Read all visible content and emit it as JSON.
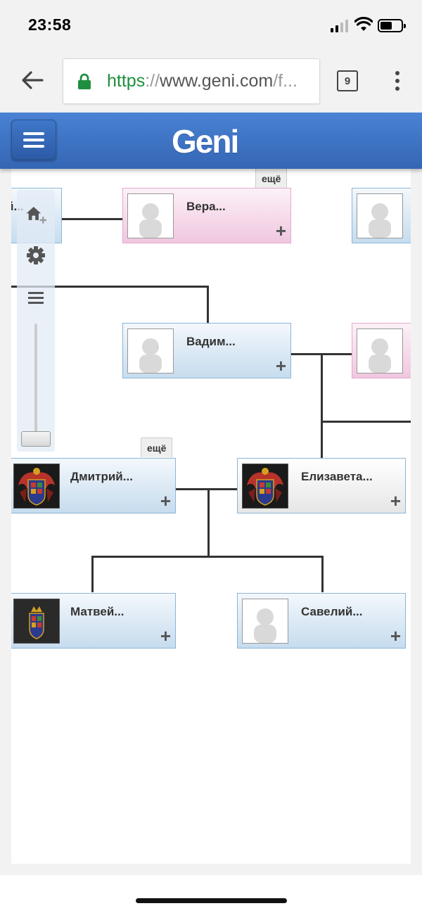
{
  "status_bar": {
    "time": "23:58"
  },
  "browser": {
    "url_scheme": "https",
    "url_sep": "://",
    "url_host": "www.geni.com",
    "url_rest": "/f...",
    "tab_count": "9"
  },
  "header": {
    "logo": "Geni"
  },
  "tree": {
    "more_label": "ещё",
    "plus": "+",
    "partial_name": "й...",
    "people": {
      "vera": "Вера...",
      "vadim": "Вадим...",
      "dmitry": "Дмитрий...",
      "elizaveta": "Елизавета...",
      "matvey": "Матвей...",
      "saveliy": "Савелий..."
    }
  },
  "colors": {
    "header_blue": "#3f77c8",
    "male_border": "#8ab5d8",
    "female_border": "#e6a9cf",
    "url_green": "#1e8f3e"
  }
}
